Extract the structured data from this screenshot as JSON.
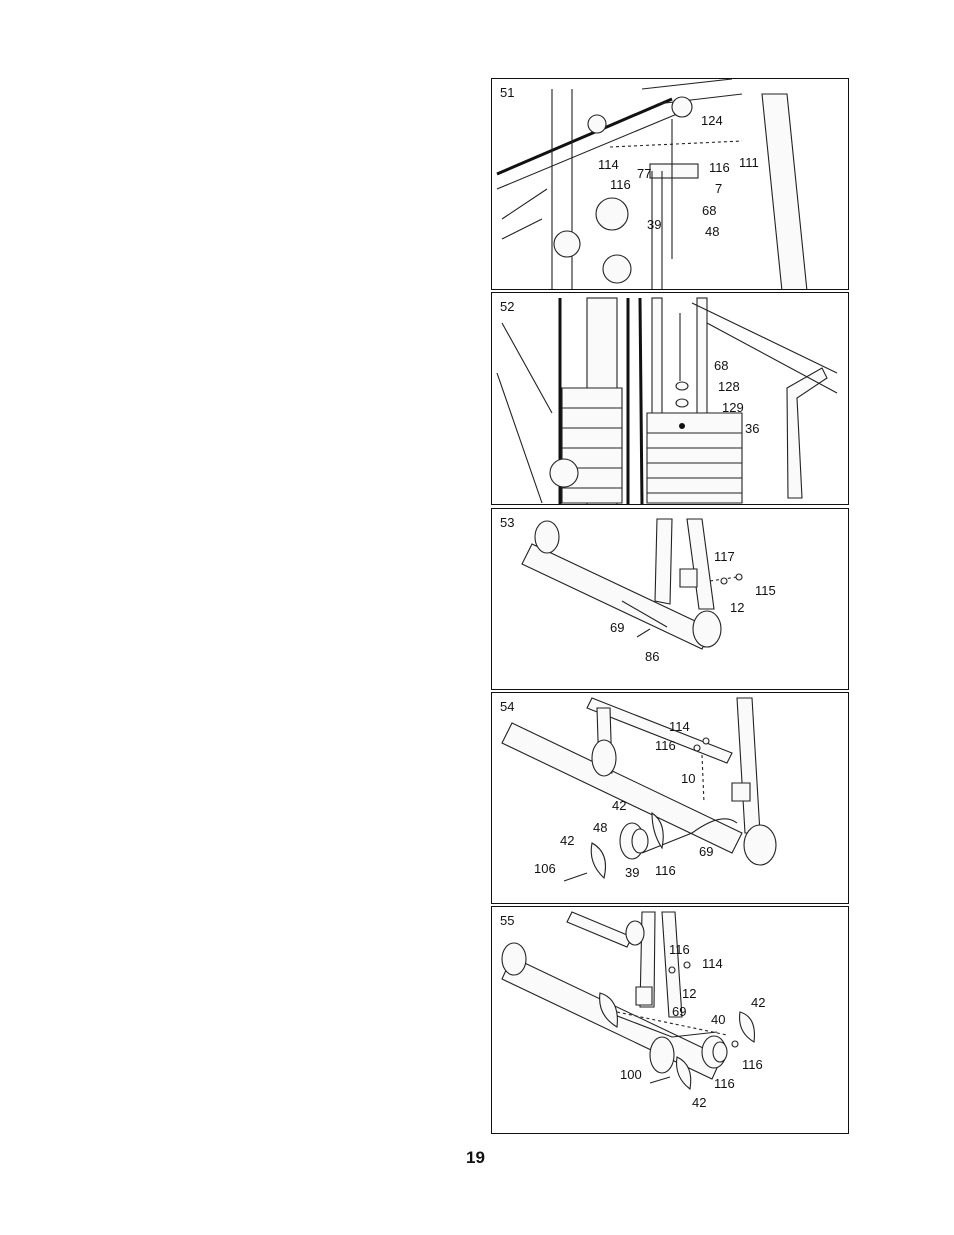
{
  "page_number": "19",
  "steps": [
    {
      "number": "51",
      "callouts": [
        "124",
        "114",
        "116",
        "111",
        "77",
        "116",
        "7",
        "68",
        "39",
        "48"
      ]
    },
    {
      "number": "52",
      "callouts": [
        "68",
        "128",
        "129",
        "36"
      ]
    },
    {
      "number": "53",
      "callouts": [
        "117",
        "115",
        "12",
        "69",
        "86"
      ]
    },
    {
      "number": "54",
      "callouts": [
        "114",
        "116",
        "10",
        "42",
        "48",
        "42",
        "69",
        "106",
        "39",
        "116"
      ]
    },
    {
      "number": "55",
      "callouts": [
        "116",
        "114",
        "12",
        "42",
        "69",
        "40",
        "116",
        "100",
        "116",
        "42"
      ]
    }
  ]
}
